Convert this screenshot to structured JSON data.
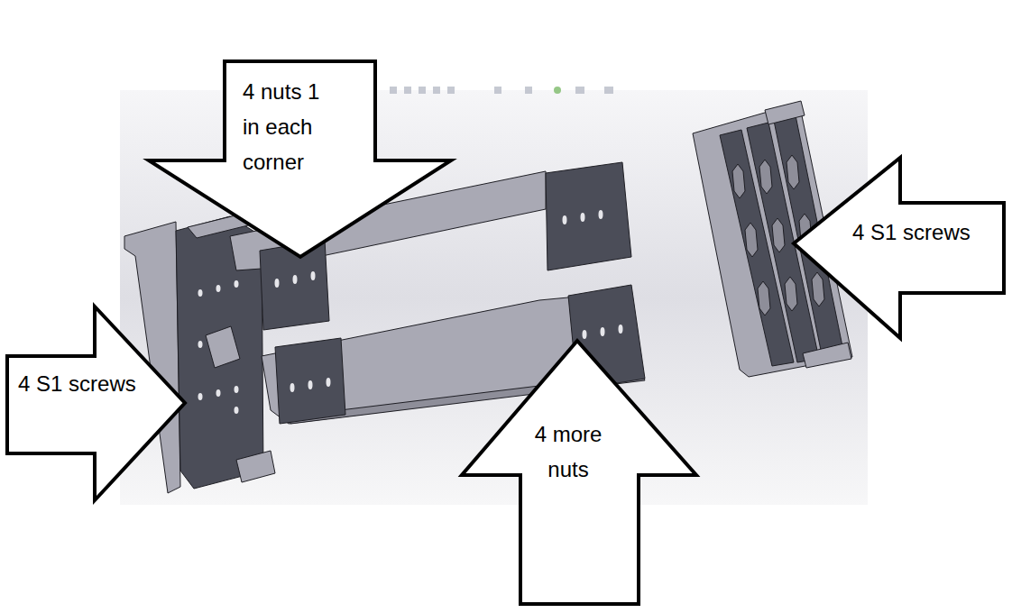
{
  "diagram": {
    "nodes": [
      {
        "text": [
          "4 nuts 1 in each corner"
        ]
      },
      {
        "text": [
          "4 S1 screws"
        ]
      },
      {
        "text": [
          "4 S1 screws"
        ]
      },
      {
        "text": [
          "4 more nuts"
        ]
      }
    ]
  }
}
